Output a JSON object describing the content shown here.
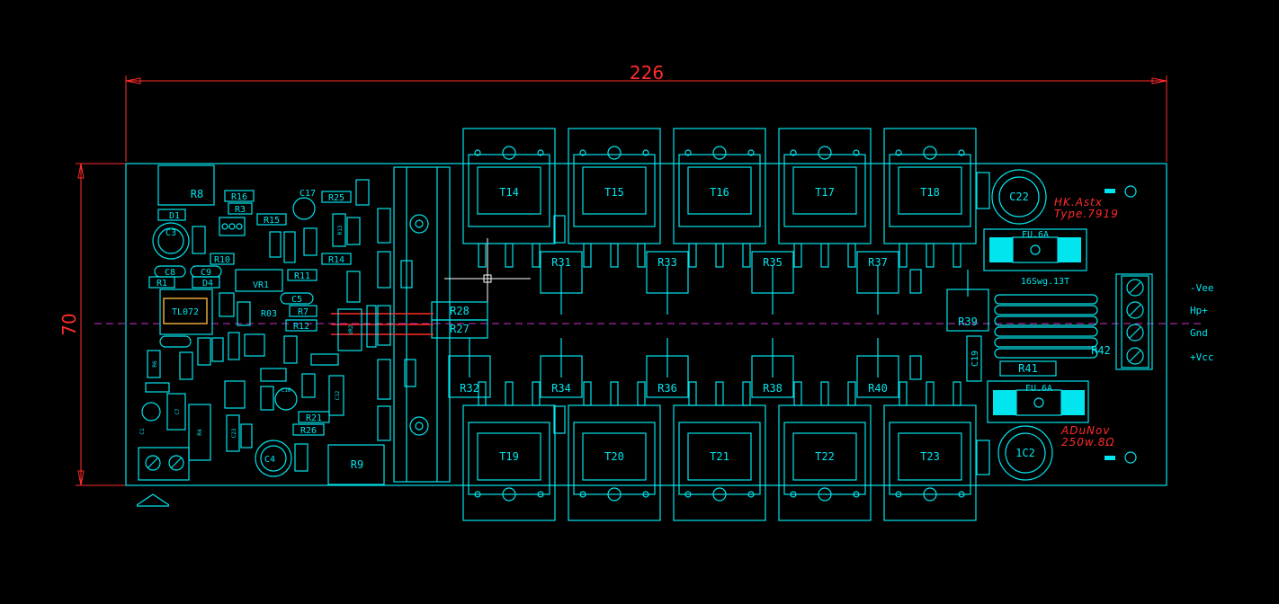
{
  "dimensions": {
    "width": "226",
    "height": "70"
  },
  "notes": {
    "top_line1": "HK.Astx",
    "top_line2": "Type.7919",
    "bottom_line1": "ADuNov",
    "bottom_line2": "250w.8Ω"
  },
  "terminals": [
    "-Vee",
    "Hp+",
    "Gnd",
    "+Vcc"
  ],
  "transistors_top": [
    "T14",
    "T15",
    "T16",
    "T17",
    "T18"
  ],
  "transistors_bottom": [
    "T19",
    "T20",
    "T21",
    "T22",
    "T23"
  ],
  "resistors_top": [
    "R31",
    "R33",
    "R35",
    "R37"
  ],
  "resistors_bottom": [
    "R32",
    "R34",
    "R36",
    "R38",
    "R40"
  ],
  "power": {
    "c22": "C22",
    "c2": "1C2",
    "fuse_top": "FU.6A",
    "fuse_bottom": "FU.6A",
    "coil": "16Swg.13T",
    "r39": "R39",
    "r41": "R41",
    "r42": "R42",
    "c19": "C19",
    "r27": "R27",
    "r28": "R28"
  },
  "small_labels": {
    "r8": "R8",
    "r9": "R9",
    "r16": "R16",
    "r3": "R3",
    "c17": "C17",
    "r25": "R25",
    "d1": "D1",
    "c3": "C3",
    "r15": "R15",
    "r13": "R13",
    "r14": "R14",
    "r11": "R11",
    "c8": "C8",
    "c9": "C9",
    "r10": "R10",
    "r1": "R1",
    "d4": "D4",
    "vr1": "VR1",
    "tl072": "TL072",
    "c5": "C5",
    "r7": "R7",
    "r03": "R03",
    "r12": "R12",
    "vr2": "VR2",
    "r21": "R21",
    "r26": "R26",
    "c4": "C4",
    "c1": "C1",
    "r4": "R4",
    "c7": "C7",
    "c16": "C16",
    "c12": "C12",
    "c23": "C23",
    "r6": "R6"
  }
}
